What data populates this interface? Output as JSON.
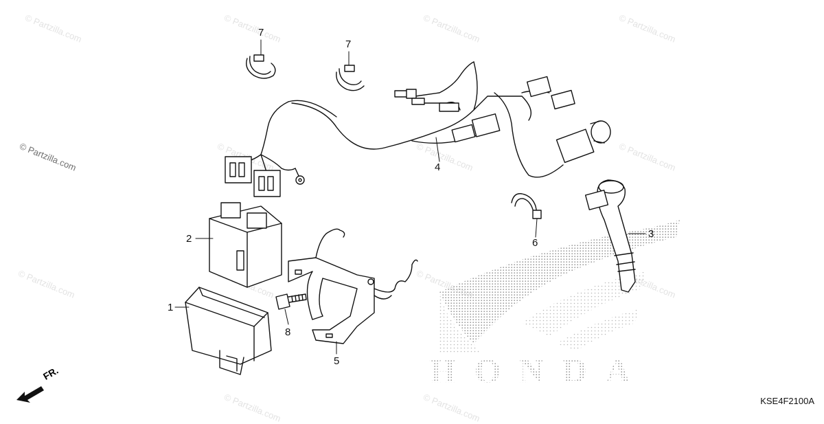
{
  "watermark": {
    "text": "© Partzilla.com"
  },
  "logo_text": "HONDA",
  "diagram_code": "KSE4F2100A",
  "front_label": "FR.",
  "callouts": [
    {
      "id": "c1",
      "text": "1"
    },
    {
      "id": "c2",
      "text": "2"
    },
    {
      "id": "c3",
      "text": "3"
    },
    {
      "id": "c4",
      "text": "4"
    },
    {
      "id": "c5",
      "text": "5"
    },
    {
      "id": "c6",
      "text": "6"
    },
    {
      "id": "c7a",
      "text": "7"
    },
    {
      "id": "c7b",
      "text": "7"
    },
    {
      "id": "c8",
      "text": "8"
    }
  ],
  "colors": {
    "ink": "#111111",
    "watermark": "#e3e3e3",
    "logo_dots": "#b8b8b8"
  }
}
